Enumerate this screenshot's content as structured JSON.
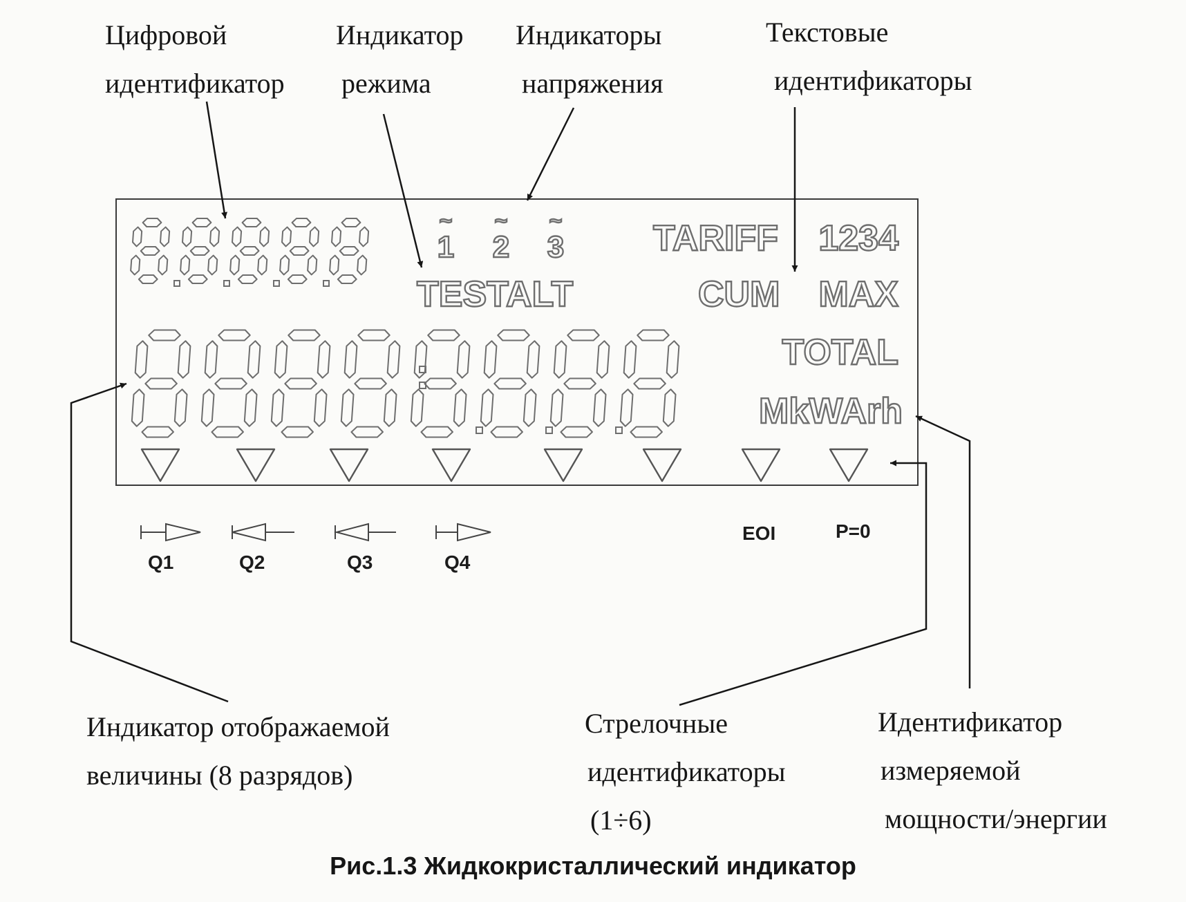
{
  "callouts": {
    "digital_identifier": [
      "Цифровой",
      "идентификатор"
    ],
    "mode_indicator": [
      "Индикатор",
      "режима"
    ],
    "voltage_indicators": [
      "Индикаторы",
      "напряжения"
    ],
    "text_identifiers": [
      "Текстовые",
      "идентификаторы"
    ],
    "value_indicator": [
      "Индикатор отображаемой",
      "величины (8 разрядов)"
    ],
    "arrow_identifiers": [
      "Стрелочные",
      "идентификаторы",
      "(1÷6)"
    ],
    "power_identifier": [
      "Идентификатор",
      "измеряемой",
      "мощности/энергии"
    ]
  },
  "lcd": {
    "phases": [
      "1",
      "2",
      "3"
    ],
    "phase_mark": "~",
    "mode_text": "TESTALT",
    "tariff_text": "TARIFF",
    "tariff_numbers": "1234",
    "cum_text": "CUM",
    "max_text": "MAX",
    "total_text": "TOTAL",
    "unit_text": "MkWArh",
    "small_digit_count": 5,
    "large_digit_count": 8,
    "pointer_count": 8
  },
  "quadrants": [
    {
      "label": "Q1",
      "direction": "right"
    },
    {
      "label": "Q2",
      "direction": "left"
    },
    {
      "label": "Q3",
      "direction": "left"
    },
    {
      "label": "Q4",
      "direction": "right"
    }
  ],
  "flags": {
    "eoi": "EOI",
    "p_zero": "P=0"
  },
  "caption": "Рис.1.3 Жидкокристаллический индикатор",
  "colors": {
    "ink": "#161616",
    "segment_outline": "#6e6e6e",
    "paper": "#fbfbf9"
  }
}
